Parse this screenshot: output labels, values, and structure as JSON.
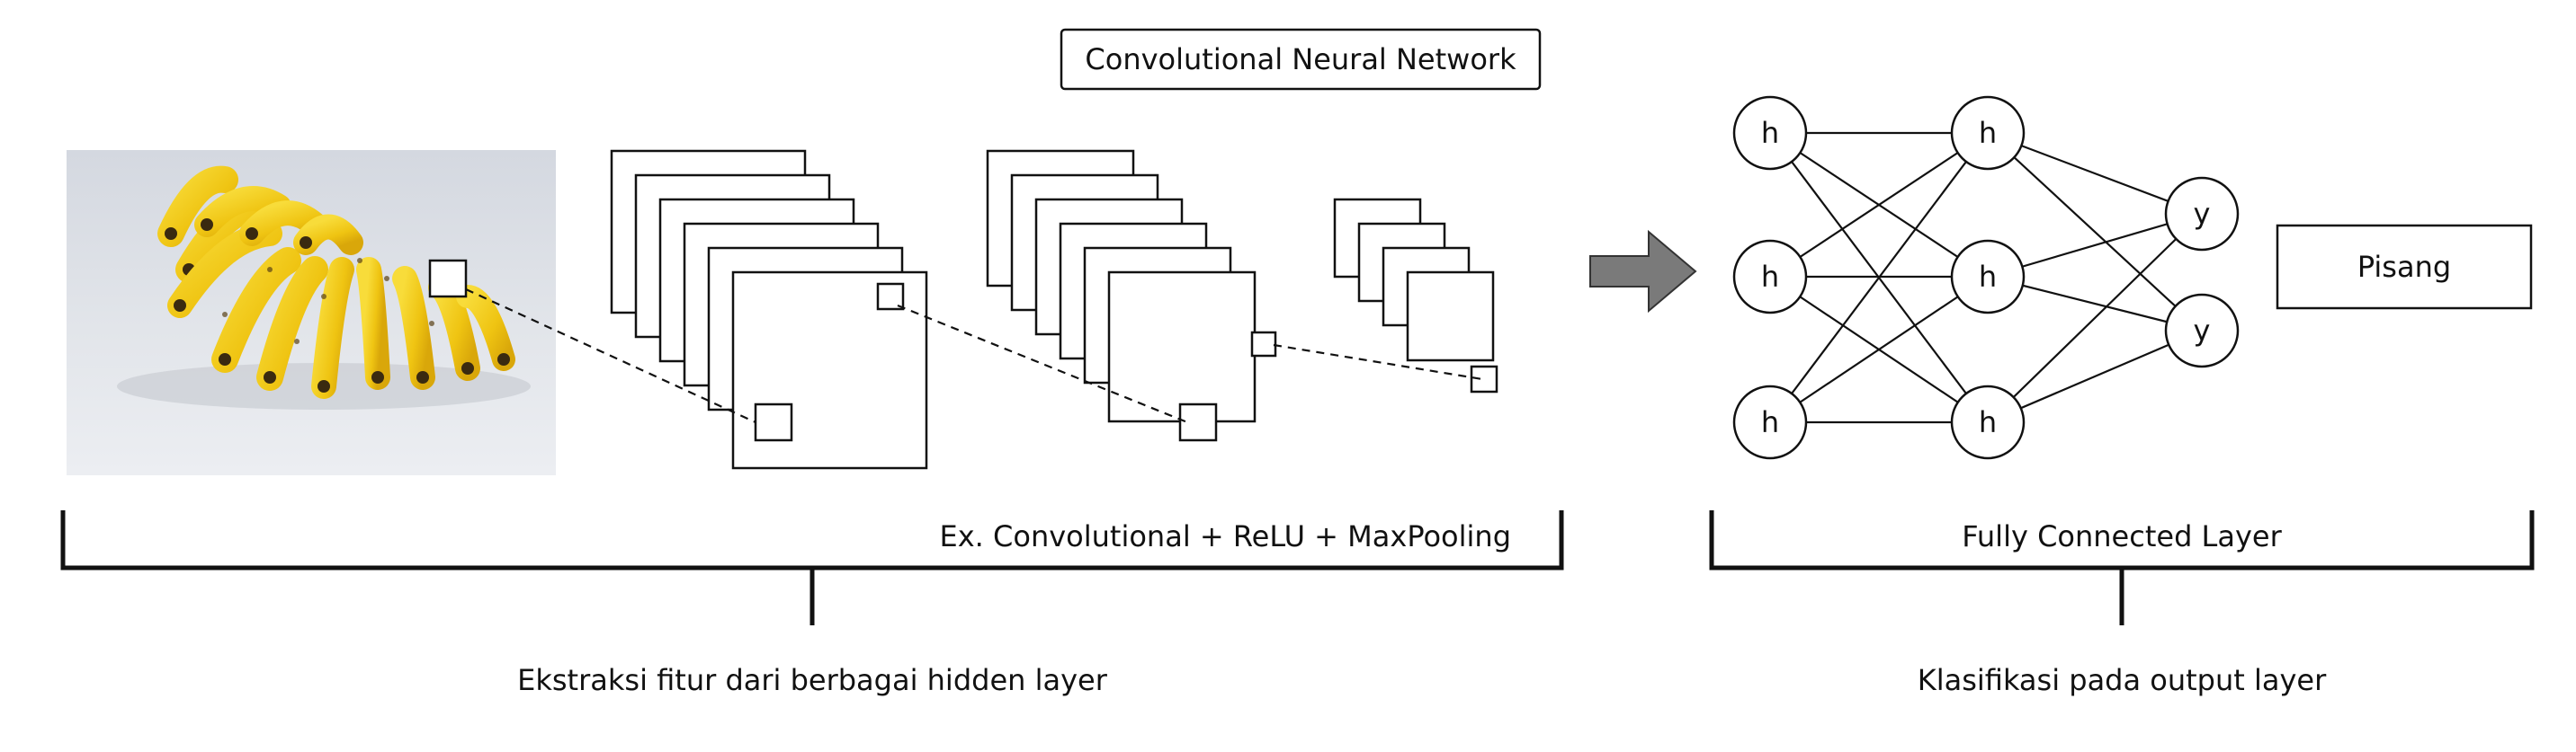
{
  "title": "Convolutional Neural Network",
  "input_image": {
    "subject": "banana bunch photo"
  },
  "feature_extraction": {
    "bracket_label": "Ex. Convolutional + ReLU + MaxPooling",
    "caption": "Ekstraksi fitur dari berbagai hidden layer"
  },
  "classification": {
    "bracket_label": "Fully Connected Layer",
    "caption": "Klasifikasi pada output layer"
  },
  "network": {
    "hidden_label": "h",
    "output_label": "y"
  },
  "output": "Pisang",
  "colors": {
    "banana": "#f2cc14",
    "photo_bg": "#d9dde4",
    "arrow": "#7a7a7a"
  }
}
